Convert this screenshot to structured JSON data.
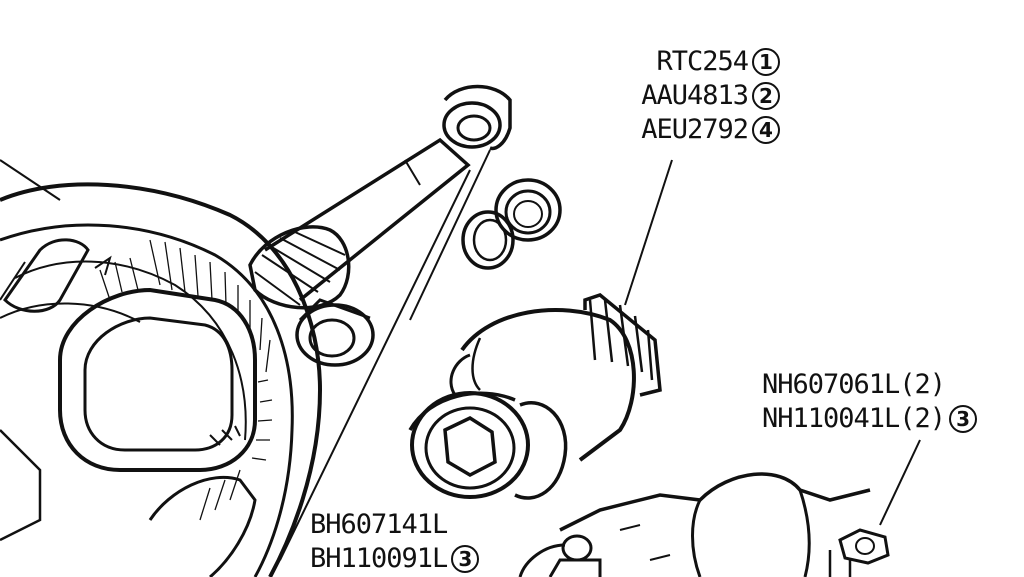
{
  "callouts": {
    "pinion": [
      {
        "part": "RTC254",
        "ref": "1"
      },
      {
        "part": "AAU4813",
        "ref": "2"
      },
      {
        "part": "AEU2792",
        "ref": "4"
      }
    ],
    "nuts": [
      {
        "part": "NH607061L(2)",
        "ref": ""
      },
      {
        "part": "NH110041L(2)",
        "ref": "3"
      }
    ],
    "bolts": [
      {
        "part": "BH607141L",
        "ref": ""
      },
      {
        "part": "BH110091L",
        "ref": "3"
      }
    ]
  }
}
